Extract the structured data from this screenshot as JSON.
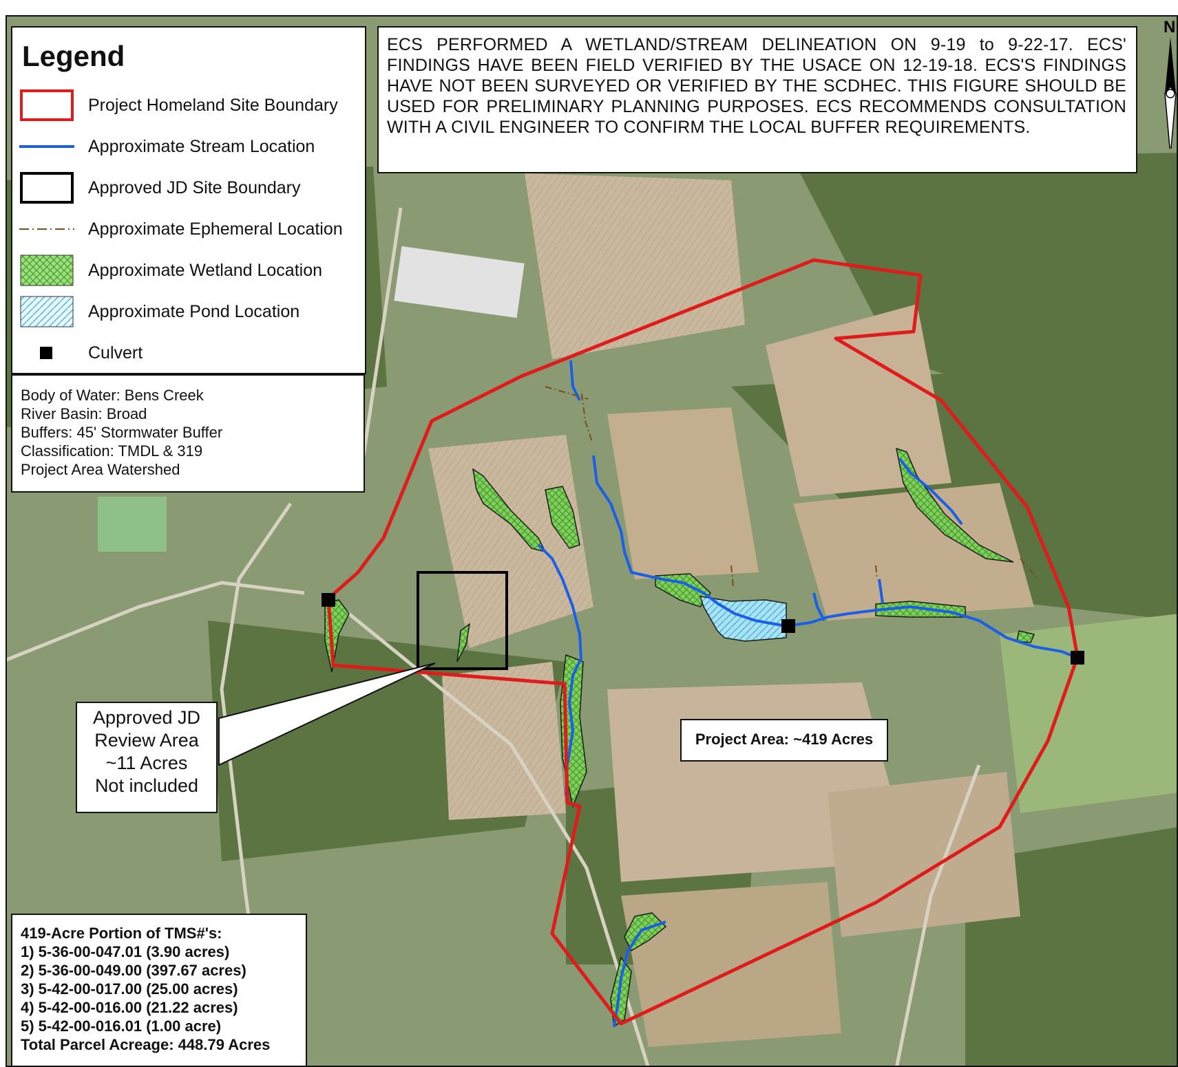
{
  "colors": {
    "boundary": "#e01b1b",
    "stream": "#1a5fe8",
    "jd_boundary": "#000000",
    "ephemeral": "#7a4e1c",
    "wetland": "#7ed05a",
    "pond": "#7fd3ee",
    "culvert": "#000000"
  },
  "legend": {
    "title": "Legend",
    "items": [
      {
        "label": "Project Homeland Site Boundary",
        "symbol": "red-box"
      },
      {
        "label": "Approximate Stream Location",
        "symbol": "blue-line"
      },
      {
        "label": "Approved JD Site Boundary",
        "symbol": "black-box"
      },
      {
        "label": "Approximate Ephemeral Location",
        "symbol": "dash-dot-line"
      },
      {
        "label": "Approximate Wetland Location",
        "symbol": "green-crosshatch"
      },
      {
        "label": "Approximate Pond Location",
        "symbol": "blue-hatch"
      },
      {
        "label": "Culvert",
        "symbol": "black-square"
      }
    ]
  },
  "info": {
    "lines": [
      "Body of Water: Bens Creek",
      "River Basin: Broad",
      "Buffers: 45' Stormwater Buffer",
      "Classification: TMDL & 319",
      "Project Area Watershed"
    ]
  },
  "note": {
    "text": "ECS PERFORMED A WETLAND/STREAM DELINEATION ON 9-19 to 9-22-17. ECS' FINDINGS HAVE BEEN FIELD VERIFIED BY THE USACE ON 12-19-18. ECS'S FINDINGS HAVE NOT BEEN SURVEYED OR VERIFIED BY THE SCDHEC. THIS FIGURE SHOULD BE USED FOR PRELIMINARY PLANNING PURPOSES. ECS RECOMMENDS CONSULTATION WITH A CIVIL ENGINEER TO CONFIRM THE LOCAL BUFFER REQUIREMENTS."
  },
  "project_area": {
    "label": "Project Area: ~419 Acres"
  },
  "callout": {
    "lines": [
      "Approved JD",
      "Review Area",
      "~11 Acres",
      "Not included"
    ]
  },
  "parcels": {
    "lines": [
      "419-Acre Portion of TMS#'s:",
      "1) 5-36-00-047.01 (3.90 acres)",
      "2) 5-36-00-049.00 (397.67 acres)",
      "3) 5-42-00-017.00 (25.00 acres)",
      "4) 5-42-00-016.00 (21.22 acres)",
      "5) 5-42-00-016.01 (1.00 acre)",
      "Total Parcel Acreage: 448.79 Acres"
    ]
  },
  "north": {
    "letter": "N"
  }
}
